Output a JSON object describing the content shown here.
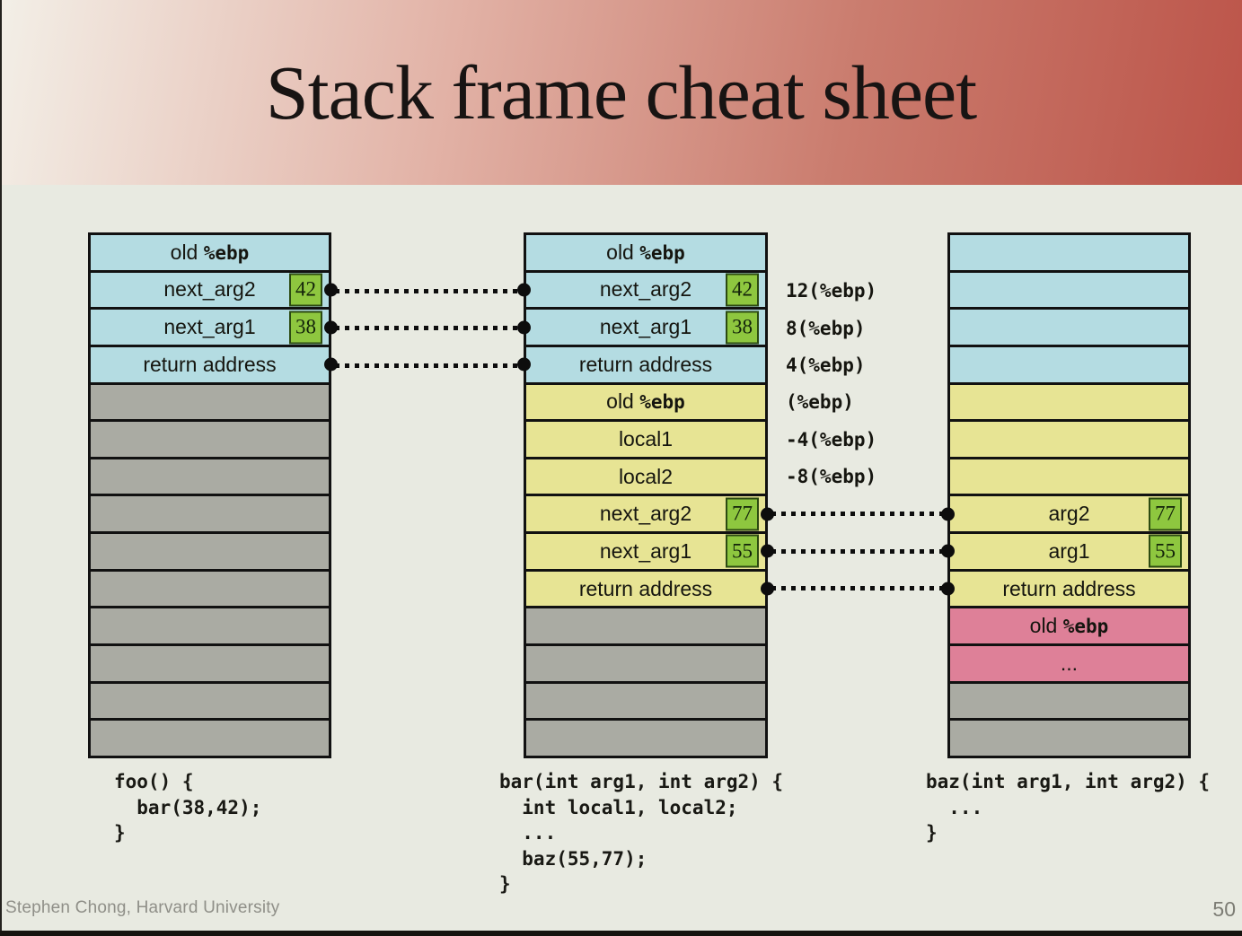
{
  "title": "Stack frame cheat sheet",
  "footer": {
    "author": "Stephen Chong, Harvard University",
    "page": "50"
  },
  "colors": {
    "background": "#e8eae1",
    "header_gradient_start": "#f3efe7",
    "header_gradient_end": "#bc5449",
    "cell_blue": "#b4dce2",
    "cell_yellow": "#e7e494",
    "cell_gray": "#aaaba3",
    "cell_pink": "#de8098",
    "value_green": "#8ec73f",
    "border": "#111111"
  },
  "offset_labels": [
    "12(%ebp)",
    "8(%ebp)",
    "4(%ebp)",
    "(%ebp)",
    "-4(%ebp)",
    "-8(%ebp)"
  ],
  "stacks": [
    {
      "name": "foo-stack",
      "code": "foo() {\n  bar(38,42);\n}",
      "rows": [
        {
          "bg": "blue",
          "label": "old ",
          "reg": "%ebp"
        },
        {
          "bg": "blue",
          "label": "next_arg2",
          "value": "42",
          "dot": "right"
        },
        {
          "bg": "blue",
          "label": "next_arg1",
          "value": "38",
          "dot": "right"
        },
        {
          "bg": "blue",
          "label": "return address",
          "dot": "right"
        },
        {
          "bg": "gray"
        },
        {
          "bg": "gray"
        },
        {
          "bg": "gray"
        },
        {
          "bg": "gray"
        },
        {
          "bg": "gray"
        },
        {
          "bg": "gray"
        },
        {
          "bg": "gray"
        },
        {
          "bg": "gray"
        },
        {
          "bg": "gray"
        },
        {
          "bg": "gray"
        }
      ]
    },
    {
      "name": "bar-stack",
      "code": "bar(int arg1, int arg2) {\n  int local1, local2;\n  ...\n  baz(55,77);\n}",
      "rows": [
        {
          "bg": "blue",
          "label": "old ",
          "reg": "%ebp"
        },
        {
          "bg": "blue",
          "label": "next_arg2",
          "value": "42",
          "dot": "left"
        },
        {
          "bg": "blue",
          "label": "next_arg1",
          "value": "38",
          "dot": "left"
        },
        {
          "bg": "blue",
          "label": "return address",
          "dot": "left"
        },
        {
          "bg": "yellow",
          "label": "old ",
          "reg": "%ebp"
        },
        {
          "bg": "yellow",
          "label": "local1"
        },
        {
          "bg": "yellow",
          "label": "local2"
        },
        {
          "bg": "yellow",
          "label": "next_arg2",
          "value": "77",
          "dot": "right"
        },
        {
          "bg": "yellow",
          "label": "next_arg1",
          "value": "55",
          "dot": "right"
        },
        {
          "bg": "yellow",
          "label": "return address",
          "dot": "right"
        },
        {
          "bg": "gray"
        },
        {
          "bg": "gray"
        },
        {
          "bg": "gray"
        },
        {
          "bg": "gray"
        }
      ]
    },
    {
      "name": "baz-stack",
      "code": "baz(int arg1, int arg2) {\n  ...\n}",
      "rows": [
        {
          "bg": "blue"
        },
        {
          "bg": "blue"
        },
        {
          "bg": "blue"
        },
        {
          "bg": "blue"
        },
        {
          "bg": "yellow"
        },
        {
          "bg": "yellow"
        },
        {
          "bg": "yellow"
        },
        {
          "bg": "yellow",
          "label": "arg2",
          "value": "77",
          "dot": "left"
        },
        {
          "bg": "yellow",
          "label": "arg1",
          "value": "55",
          "dot": "left"
        },
        {
          "bg": "yellow",
          "label": "return address",
          "dot": "left"
        },
        {
          "bg": "pink",
          "label": "old ",
          "reg": "%ebp"
        },
        {
          "bg": "pink",
          "label": "..."
        },
        {
          "bg": "gray"
        },
        {
          "bg": "gray"
        }
      ]
    }
  ],
  "connections": [
    {
      "row": 2,
      "between": [
        0,
        1
      ]
    },
    {
      "row": 3,
      "between": [
        0,
        1
      ]
    },
    {
      "row": 4,
      "between": [
        0,
        1
      ]
    },
    {
      "row": 8,
      "between": [
        1,
        2
      ]
    },
    {
      "row": 9,
      "between": [
        1,
        2
      ]
    },
    {
      "row": 10,
      "between": [
        1,
        2
      ]
    }
  ]
}
